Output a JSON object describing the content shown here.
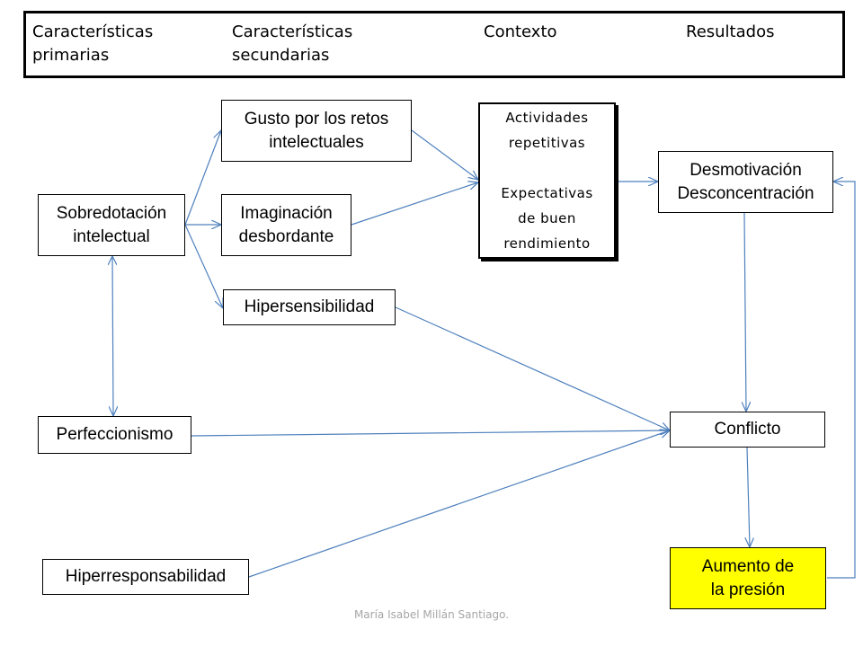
{
  "header": {
    "col1": "Características\nprimarias",
    "col2": "Características\n secundarias",
    "col3": "Contexto",
    "col4": "Resultados"
  },
  "nodes": {
    "sobredotacion": "Sobredotación\nintelectual",
    "gusto": "Gusto por los retos\nintelectuales",
    "imaginacion": "Imaginación\ndesbordante",
    "hipersensibilidad": "Hipersensibilidad",
    "contexto": "Actividades\nrepetitivas\n\nExpectativas\nde buen\nrendimiento",
    "desmotivacion": "Desmotivación\nDesconcentración",
    "conflicto": "Conflicto",
    "perfeccionismo": "Perfeccionismo",
    "hiperresponsabilidad": "Hiperresponsabilidad",
    "aumento": "Aumento de\nla presión"
  },
  "colors": {
    "arrow": "#4f81bd",
    "highlight": "#ffff00"
  },
  "footer": "María Isabel Millán Santiago."
}
